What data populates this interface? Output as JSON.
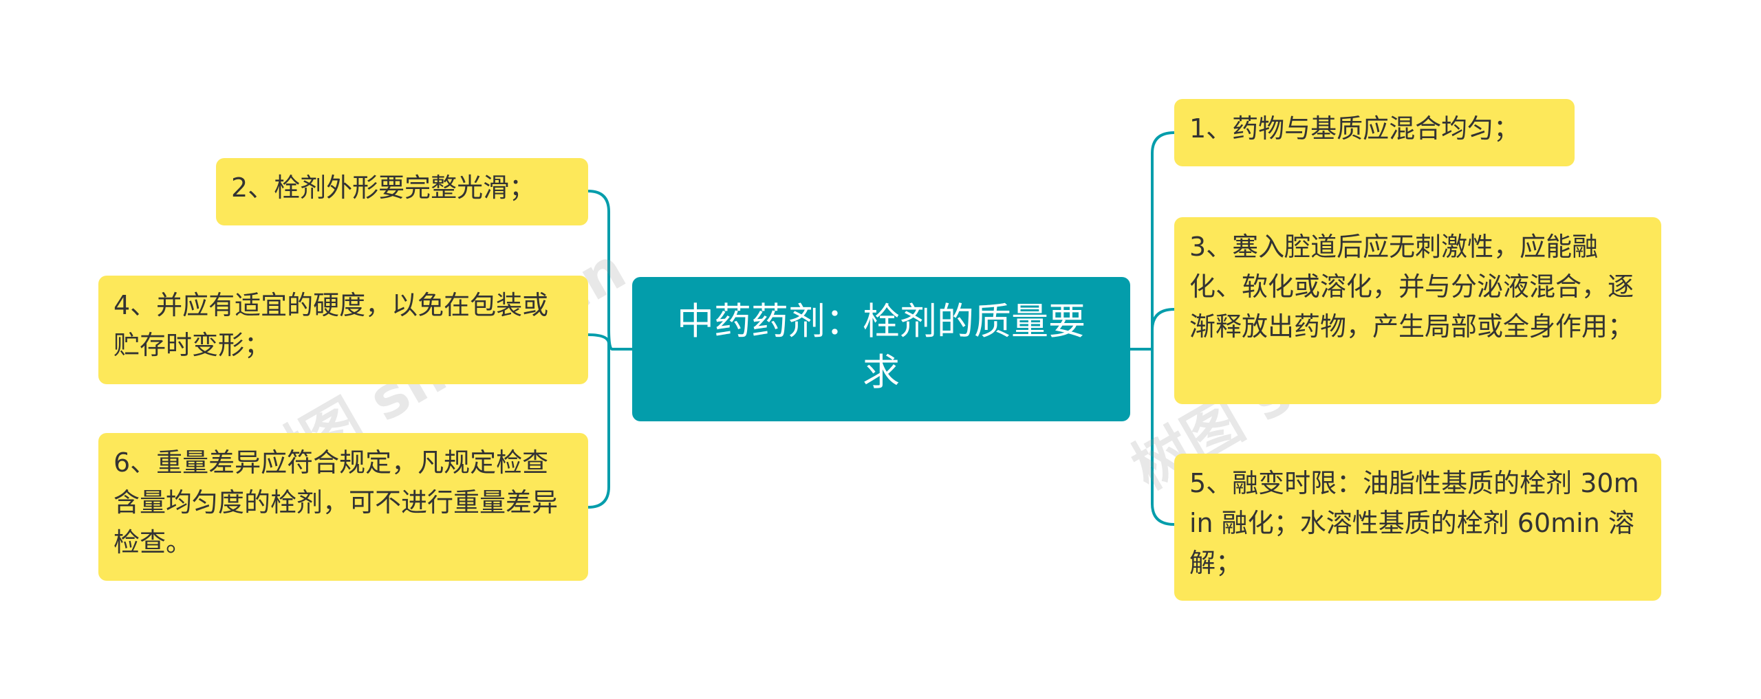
{
  "root": {
    "text": "中药药剂：栓剂的质量要求"
  },
  "left_nodes": [
    {
      "text": "2、栓剂外形要完整光滑；"
    },
    {
      "text": "4、并应有适宜的硬度，以免在包装或贮存时变形；"
    },
    {
      "text": "6、重量差异应符合规定，凡规定检查含量均匀度的栓剂，可不进行重量差异检查。"
    }
  ],
  "right_nodes": [
    {
      "text": "1、药物与基质应混合均匀；"
    },
    {
      "text": "3、塞入腔道后应无刺激性，应能融化、软化或溶化，并与分泌液混合，逐渐释放出药物，产生局部或全身作用；"
    },
    {
      "text": "5、融变时限：油脂性基质的栓剂 30min 融化；水溶性基质的栓剂 60min 溶解；"
    }
  ],
  "watermark": {
    "text": "树图 shutu.cn"
  },
  "colors": {
    "root_fill": "#039dab",
    "node_fill": "#fde85a",
    "connector": "#039dab"
  }
}
